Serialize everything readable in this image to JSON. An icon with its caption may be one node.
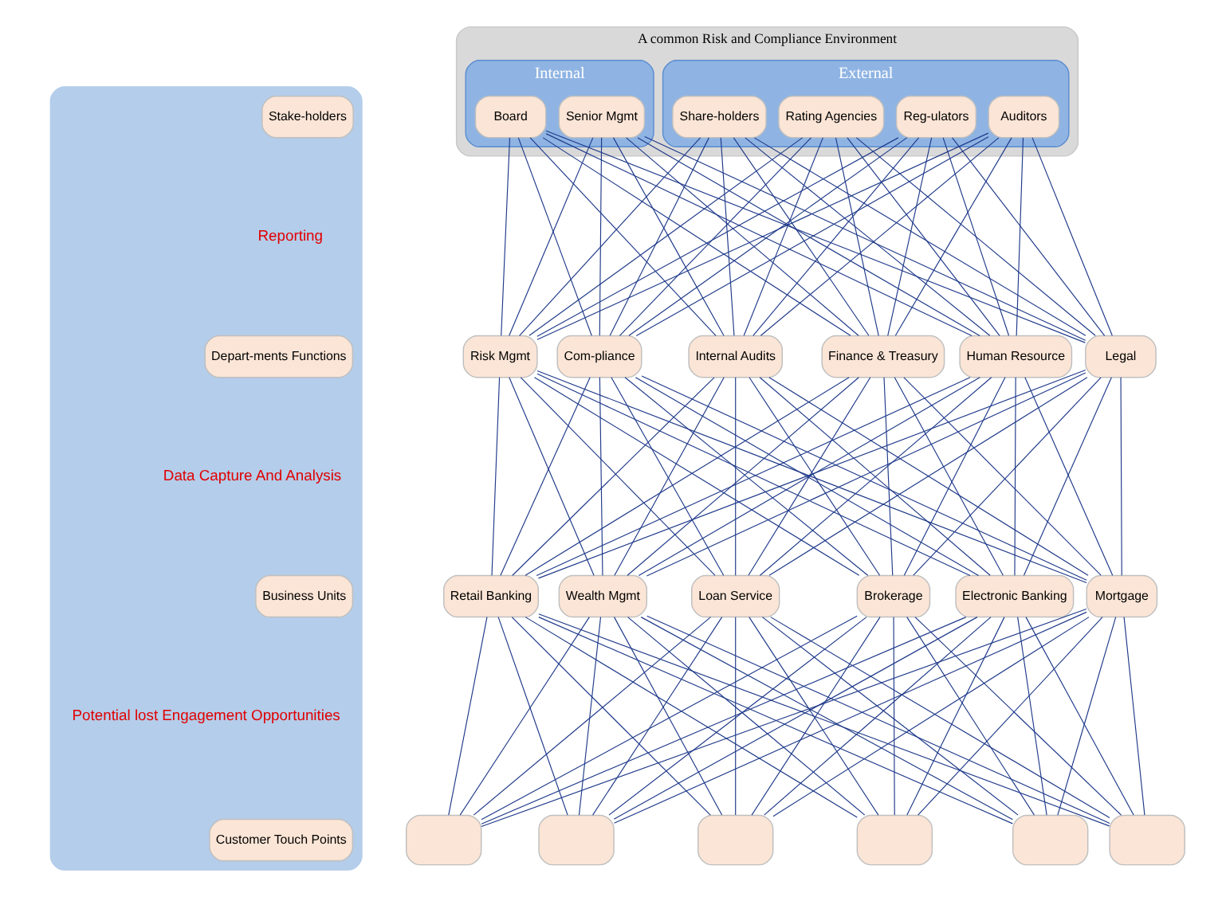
{
  "diagram": {
    "nodes": [
      {
        "text": [],
        "shape": "box"
      },
      {
        "text": [
          "Stake-holders"
        ],
        "in": 0
      },
      {
        "text": [
          "Depart-ments Functions"
        ],
        "in": 0
      },
      {
        "text": [
          "Business Units"
        ],
        "in": 0
      },
      {
        "text": [
          "Customer Touch Points"
        ],
        "in": 0
      },
      {
        "text": [
          "A common Risk and Compliance Environment"
        ]
      },
      {
        "text": [
          "Internal"
        ],
        "in": 5
      },
      {
        "text": [
          "Board"
        ],
        "in": 6
      },
      {
        "text": [
          "Senior Mgmt"
        ],
        "in": 6
      },
      {
        "text": [
          "External"
        ],
        "in": 5
      },
      {
        "text": [
          "Reg-ulators"
        ],
        "in": 9
      },
      {
        "text": [
          "Auditors"
        ],
        "in": 9
      },
      {
        "text": [
          "Share-holders"
        ],
        "in": 9
      },
      {
        "text": [
          "Rating Agencies"
        ],
        "in": 9
      },
      {
        "text": [
          "Risk Mgmt"
        ]
      },
      {
        "text": [
          "Com-pliance"
        ]
      },
      {
        "text": [
          "Internal Audits"
        ]
      },
      {
        "text": [
          "Finance & Treasury"
        ]
      },
      {
        "text": [
          "Human Resource"
        ]
      },
      {
        "text": [
          "Legal"
        ]
      },
      {
        "text": [
          "Retail Banking"
        ]
      },
      {
        "text": [
          "Wealth Mgmt"
        ]
      },
      {
        "text": [
          "Loan Service"
        ]
      },
      {
        "text": [
          "Brokerage"
        ]
      },
      {
        "text": [
          "Electronic Banking"
        ]
      },
      {
        "text": [
          "Mortgage"
        ]
      },
      {
        "text": [],
        "shape": "box"
      },
      {
        "text": [],
        "shape": "box"
      },
      {
        "text": [],
        "shape": "box"
      },
      {
        "text": [],
        "shape": "box"
      },
      {
        "text": [],
        "shape": "box"
      },
      {
        "text": [],
        "shape": "box"
      }
    ],
    "edges": [
      {
        "from": 7,
        "to": 14,
        "arrow": "none"
      },
      {
        "from": 7,
        "to": 15,
        "arrow": "none"
      },
      {
        "from": 7,
        "to": 16,
        "arrow": "none"
      },
      {
        "from": 7,
        "to": 17,
        "arrow": "none"
      },
      {
        "from": 7,
        "to": 18,
        "arrow": "none"
      },
      {
        "from": 7,
        "to": 19,
        "arrow": "none"
      },
      {
        "from": 8,
        "to": 14,
        "arrow": "none"
      },
      {
        "from": 8,
        "to": 15,
        "arrow": "none"
      },
      {
        "from": 8,
        "to": 16,
        "arrow": "none"
      },
      {
        "from": 8,
        "to": 17,
        "arrow": "none"
      },
      {
        "from": 8,
        "to": 18,
        "arrow": "none"
      },
      {
        "from": 8,
        "to": 19,
        "arrow": "none"
      },
      {
        "from": 10,
        "to": 14,
        "arrow": "none"
      },
      {
        "from": 10,
        "to": 15,
        "arrow": "none"
      },
      {
        "from": 10,
        "to": 16,
        "arrow": "none"
      },
      {
        "from": 10,
        "to": 17,
        "arrow": "none"
      },
      {
        "from": 10,
        "to": 18,
        "arrow": "none"
      },
      {
        "from": 10,
        "to": 19,
        "arrow": "none"
      },
      {
        "from": 11,
        "to": 14,
        "arrow": "none"
      },
      {
        "from": 11,
        "to": 15,
        "arrow": "none"
      },
      {
        "from": 11,
        "to": 16,
        "arrow": "none"
      },
      {
        "from": 11,
        "to": 17,
        "arrow": "none"
      },
      {
        "from": 11,
        "to": 18,
        "arrow": "none"
      },
      {
        "from": 11,
        "to": 19,
        "arrow": "none"
      },
      {
        "from": 12,
        "to": 14,
        "arrow": "none"
      },
      {
        "from": 12,
        "to": 15,
        "arrow": "none"
      },
      {
        "from": 12,
        "to": 16,
        "arrow": "none"
      },
      {
        "from": 12,
        "to": 17,
        "arrow": "none"
      },
      {
        "from": 12,
        "to": 18,
        "arrow": "none"
      },
      {
        "from": 12,
        "to": 19,
        "arrow": "none"
      },
      {
        "from": 13,
        "to": 14,
        "arrow": "none"
      },
      {
        "from": 13,
        "to": 15,
        "arrow": "none"
      },
      {
        "from": 13,
        "to": 16,
        "arrow": "none"
      },
      {
        "from": 13,
        "to": 17,
        "arrow": "none"
      },
      {
        "from": 13,
        "to": 18,
        "arrow": "none"
      },
      {
        "from": 13,
        "to": 19,
        "arrow": "none"
      },
      {
        "from": 14,
        "to": 20,
        "arrow": "none"
      },
      {
        "from": 14,
        "to": 21,
        "arrow": "none"
      },
      {
        "from": 14,
        "to": 22,
        "arrow": "none"
      },
      {
        "from": 14,
        "to": 23,
        "arrow": "none"
      },
      {
        "from": 14,
        "to": 24,
        "arrow": "none"
      },
      {
        "from": 14,
        "to": 25,
        "arrow": "none"
      },
      {
        "from": 15,
        "to": 20,
        "arrow": "none"
      },
      {
        "from": 15,
        "to": 21,
        "arrow": "none"
      },
      {
        "from": 15,
        "to": 22,
        "arrow": "none"
      },
      {
        "from": 15,
        "to": 23,
        "arrow": "none"
      },
      {
        "from": 15,
        "to": 24,
        "arrow": "none"
      },
      {
        "from": 15,
        "to": 25,
        "arrow": "none"
      },
      {
        "from": 16,
        "to": 20,
        "arrow": "none"
      },
      {
        "from": 16,
        "to": 21,
        "arrow": "none"
      },
      {
        "from": 16,
        "to": 22,
        "arrow": "none"
      },
      {
        "from": 16,
        "to": 23,
        "arrow": "none"
      },
      {
        "from": 16,
        "to": 24,
        "arrow": "none"
      },
      {
        "from": 16,
        "to": 25,
        "arrow": "none"
      },
      {
        "from": 17,
        "to": 20,
        "arrow": "none"
      },
      {
        "from": 17,
        "to": 21,
        "arrow": "none"
      },
      {
        "from": 17,
        "to": 22,
        "arrow": "none"
      },
      {
        "from": 17,
        "to": 23,
        "arrow": "none"
      },
      {
        "from": 17,
        "to": 24,
        "arrow": "none"
      },
      {
        "from": 17,
        "to": 25,
        "arrow": "none"
      },
      {
        "from": 18,
        "to": 20,
        "arrow": "none"
      },
      {
        "from": 18,
        "to": 21,
        "arrow": "none"
      },
      {
        "from": 18,
        "to": 22,
        "arrow": "none"
      },
      {
        "from": 18,
        "to": 23,
        "arrow": "none"
      },
      {
        "from": 18,
        "to": 24,
        "arrow": "none"
      },
      {
        "from": 18,
        "to": 25,
        "arrow": "none"
      },
      {
        "from": 19,
        "to": 20,
        "arrow": "none"
      },
      {
        "from": 19,
        "to": 21,
        "arrow": "none"
      },
      {
        "from": 19,
        "to": 22,
        "arrow": "none"
      },
      {
        "from": 19,
        "to": 23,
        "arrow": "none"
      },
      {
        "from": 19,
        "to": 24,
        "arrow": "none"
      },
      {
        "from": 19,
        "to": 25,
        "arrow": "none"
      },
      {
        "from": 20,
        "to": 26,
        "arrow": "none"
      },
      {
        "from": 20,
        "to": 27,
        "arrow": "none"
      },
      {
        "from": 20,
        "to": 28,
        "arrow": "none"
      },
      {
        "from": 20,
        "to": 29,
        "arrow": "none"
      },
      {
        "from": 20,
        "to": 30,
        "arrow": "none"
      },
      {
        "from": 20,
        "to": 31,
        "arrow": "none"
      },
      {
        "from": 21,
        "to": 26,
        "arrow": "none"
      },
      {
        "from": 21,
        "to": 27,
        "arrow": "none"
      },
      {
        "from": 21,
        "to": 28,
        "arrow": "none"
      },
      {
        "from": 21,
        "to": 29,
        "arrow": "none"
      },
      {
        "from": 21,
        "to": 30,
        "arrow": "none"
      },
      {
        "from": 21,
        "to": 31,
        "arrow": "none"
      },
      {
        "from": 22,
        "to": 26,
        "arrow": "none"
      },
      {
        "from": 22,
        "to": 27,
        "arrow": "none"
      },
      {
        "from": 22,
        "to": 28,
        "arrow": "none"
      },
      {
        "from": 22,
        "to": 29,
        "arrow": "none"
      },
      {
        "from": 22,
        "to": 30,
        "arrow": "none"
      },
      {
        "from": 22,
        "to": 31,
        "arrow": "none"
      },
      {
        "from": 23,
        "to": 26,
        "arrow": "none"
      },
      {
        "from": 23,
        "to": 27,
        "arrow": "none"
      },
      {
        "from": 23,
        "to": 28,
        "arrow": "none"
      },
      {
        "from": 23,
        "to": 29,
        "arrow": "none"
      },
      {
        "from": 23,
        "to": 30,
        "arrow": "none"
      },
      {
        "from": 23,
        "to": 31,
        "arrow": "none"
      },
      {
        "from": 24,
        "to": 26,
        "arrow": "none"
      },
      {
        "from": 24,
        "to": 27,
        "arrow": "none"
      },
      {
        "from": 24,
        "to": 28,
        "arrow": "none"
      },
      {
        "from": 24,
        "to": 29,
        "arrow": "none"
      },
      {
        "from": 24,
        "to": 30,
        "arrow": "none"
      },
      {
        "from": 24,
        "to": 31,
        "arrow": "none"
      },
      {
        "from": 25,
        "to": 26,
        "arrow": "none"
      },
      {
        "from": 25,
        "to": 27,
        "arrow": "none"
      },
      {
        "from": 25,
        "to": 28,
        "arrow": "none"
      },
      {
        "from": 25,
        "to": 29,
        "arrow": "none"
      },
      {
        "from": 25,
        "to": 30,
        "arrow": "none"
      },
      {
        "from": 25,
        "to": 31,
        "arrow": "none"
      }
    ],
    "labels": [
      "Reporting",
      "Data Capture And Analysis",
      "Potential lost Engagement Opportunities"
    ]
  }
}
